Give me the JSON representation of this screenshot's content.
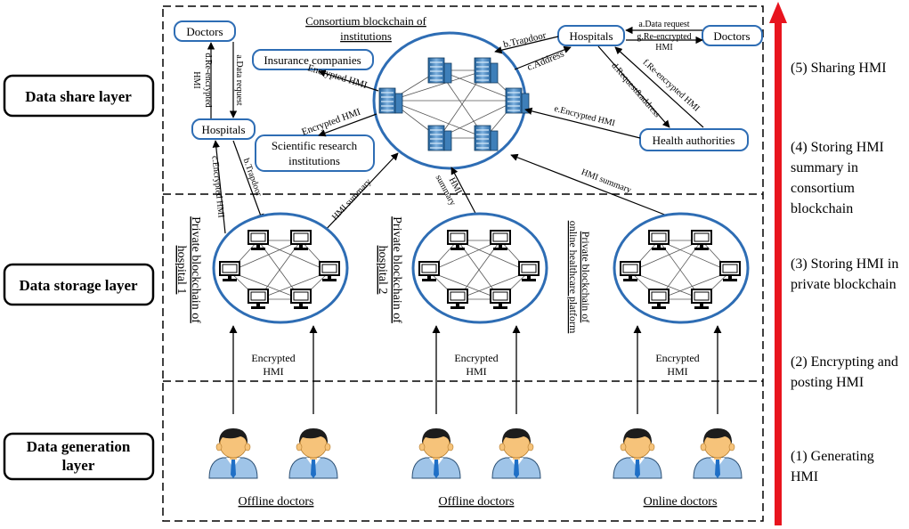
{
  "layers": {
    "share": "Data share layer",
    "storage": "Data storage layer",
    "generation_line1": "Data generation",
    "generation_line2": "layer"
  },
  "consortium": {
    "title_line1": "Consortium blockchain of",
    "title_line2": "institutions"
  },
  "entities": {
    "doctors_left": "Doctors",
    "insurance": "Insurance companies",
    "hospitals_left": "Hospitals",
    "research_line1": "Scientific research",
    "research_line2": "institutions",
    "hospitals_right": "Hospitals",
    "doctors_right": "Doctors",
    "health_authorities": "Health authorities"
  },
  "edge_labels": {
    "encrypted_hmi_insurance": "Encrypted HMI",
    "encrypted_hmi_research": "Encrypted HMI",
    "b_trapdoor_right": "b.Trapdoor",
    "c_address_right": "c.Address",
    "a_data_request_right": "a.Data request",
    "g_reencrypted_line1": "g.Re-encrypted",
    "g_reencrypted_line2": "HMI",
    "d_request_address": "d.Request&address",
    "f_reencrypted_hmi": "f.Re-encrypted HMI",
    "e_encrypted_hmi": "e.Encrypted HMI",
    "a_data_request_left": "a.Data request",
    "d_reencrypted_line1": "d.Re-encrypted",
    "d_reencrypted_line2": "HMI",
    "c_encrypted_hmi_left": "c.Encrypted HMI",
    "b_trapdoor_left": "b.Trapdoor",
    "hmi_summary_1": "HMI summary",
    "hmi_summary_2_line1": "HMI",
    "hmi_summary_2_line2": "summary",
    "hmi_summary_3": "HMI summary"
  },
  "private_chains": {
    "p1_line1": "Private blockchain of",
    "p1_line2": "hospital 1",
    "p2_line1": "Private blockchain of",
    "p2_line2": "hospital 2",
    "p3_line1": "Private blockchain of",
    "p3_line2": "online healthcare platform"
  },
  "encrypted_hmi": {
    "line1": "Encrypted",
    "line2": "HMI"
  },
  "doctor_groups": {
    "g1": "Offline doctors",
    "g2": "Offline doctors",
    "g3": "Online doctors"
  },
  "steps": {
    "s5": "(5) Sharing HMI",
    "s4_line1": "(4) Storing HMI",
    "s4_line2": "summary in",
    "s4_line3": "consortium",
    "s4_line4": "blockchain",
    "s3_line1": "(3) Storing HMI in",
    "s3_line2": "private blockchain",
    "s2_line1": "(2) Encrypting and",
    "s2_line2": "posting HMI",
    "s1_line1": "(1) Generating",
    "s1_line2": "HMI"
  },
  "colors": {
    "accent_blue": "#2e6db4",
    "arrow_red": "#e8141e",
    "skin": "#f6c37a",
    "hair": "#1c1c1c",
    "tie": "#1f6fc6"
  }
}
